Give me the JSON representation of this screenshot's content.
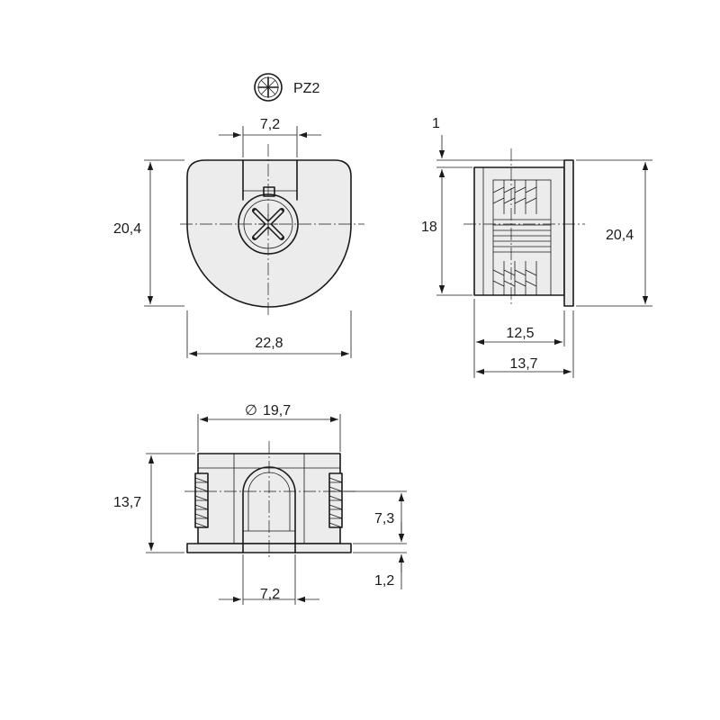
{
  "drive": {
    "label": "PZ2"
  },
  "front_view": {
    "top_width": "7,2",
    "height": "20,4",
    "width": "22,8"
  },
  "side_view": {
    "offset": "1",
    "inner_height": "18",
    "height": "20,4",
    "body_length": "12,5",
    "total_length": "13,7"
  },
  "bottom_view": {
    "diameter_symbol": "∅",
    "diameter": "19,7",
    "height": "13,7",
    "slot_height": "7,3",
    "flange": "1,2",
    "slot_width": "7,2"
  }
}
